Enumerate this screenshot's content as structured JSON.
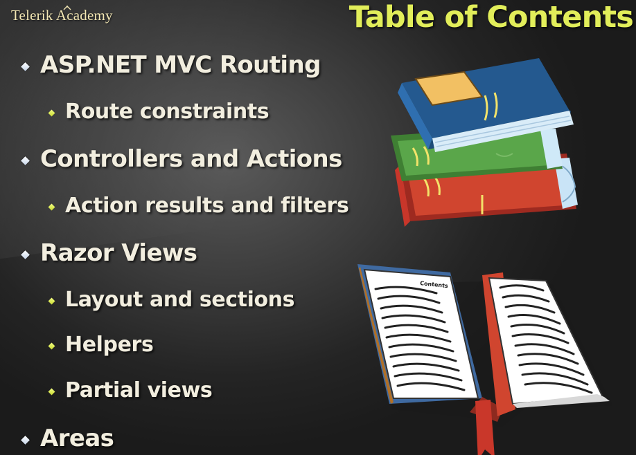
{
  "header": {
    "brand": "Telerik Academy",
    "title": "Table of Contents"
  },
  "toc": {
    "items": [
      {
        "level": 1,
        "label": "ASP.NET MVC Routing"
      },
      {
        "level": 2,
        "label": "Route constraints"
      },
      {
        "level": 1,
        "label": "Controllers and Actions"
      },
      {
        "level": 2,
        "label": "Action results and filters"
      },
      {
        "level": 1,
        "label": "Razor Views"
      },
      {
        "level": 2,
        "label": "Layout and sections"
      },
      {
        "level": 2,
        "label": "Helpers"
      },
      {
        "level": 2,
        "label": "Partial views"
      },
      {
        "level": 1,
        "label": "Areas"
      }
    ]
  },
  "illustration": {
    "book_page_heading": "Contents",
    "book_colors": [
      "#2f6fb0",
      "#5aa64a",
      "#d0452f"
    ],
    "book_stack_icon": "book-stack-icon",
    "open_book_icon": "open-book-icon"
  },
  "colors": {
    "title": "#e2ee5a",
    "brand": "#f3e7b4",
    "text": "#f2eedf",
    "background": "#2a2a2a"
  }
}
